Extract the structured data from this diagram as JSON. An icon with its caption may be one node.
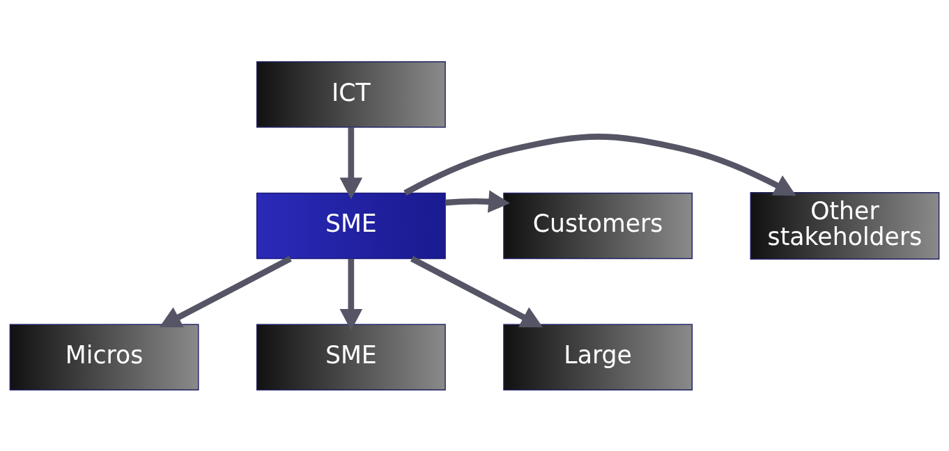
{
  "diagram": {
    "nodes": [
      {
        "text": [
          "ICT"
        ]
      },
      {
        "text": [
          "SME"
        ]
      },
      {
        "text": [
          "Other stakeholders"
        ]
      },
      {
        "text": [
          "Customers"
        ]
      },
      {
        "text": [
          "Micros"
        ]
      },
      {
        "text": [
          "SME"
        ]
      },
      {
        "text": [
          "Large"
        ]
      }
    ],
    "edges": [
      {
        "from": 0,
        "to": 1,
        "arrow": "to"
      },
      {
        "from": 1,
        "to": 2,
        "arrow": "to"
      },
      {
        "from": 1,
        "to": 3,
        "arrow": "to"
      },
      {
        "from": 1,
        "to": 4,
        "arrow": "to"
      },
      {
        "from": 1,
        "to": 5,
        "arrow": "to"
      },
      {
        "from": 1,
        "to": 6,
        "arrow": "to"
      }
    ]
  }
}
